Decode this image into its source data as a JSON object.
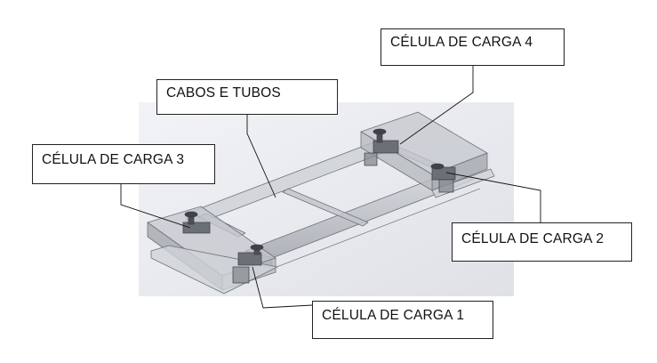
{
  "colors": {
    "background_panel": "#e6e8ee",
    "frame_fill": "#c9ccd2",
    "frame_edge": "#6f7378",
    "callout_border": "#222222",
    "leader_line": "#111111"
  },
  "labels": {
    "load_cell_4": "CÉLULA DE CARGA 4",
    "cables_tubes": "CABOS E TUBOS",
    "load_cell_3": "CÉLULA DE CARGA 3",
    "load_cell_2": "CÉLULA DE CARGA 2",
    "load_cell_1": "CÉLULA DE CARGA 1"
  }
}
